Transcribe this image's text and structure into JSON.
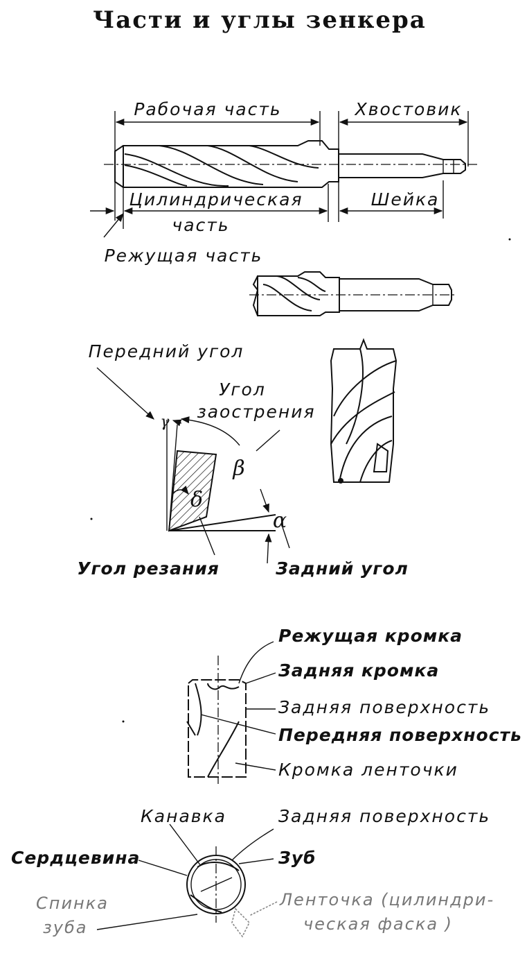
{
  "title": "Части и углы зенкера",
  "top_view": {
    "working_part": "Рабочая часть",
    "shank": "Хвостовик",
    "cylindrical_part_1": "Цилиндрическая",
    "cylindrical_part_2": "часть",
    "neck": "Шейка",
    "cutting_part": "Режущая часть"
  },
  "angles": {
    "rake_angle": "Передний угол",
    "wedge_angle_1": "Угол",
    "wedge_angle_2": "заострения",
    "cutting_angle": "Угол резания",
    "clearance_angle": "Задний угол",
    "gamma": "γ",
    "beta": "β",
    "delta": "δ",
    "alpha": "α"
  },
  "edges": {
    "cutting_edge": "Режущая кромка",
    "rear_edge": "Задняя кромка",
    "flank_surface": "Задняя поверхность",
    "face_surface": "Передняя поверхность",
    "land_edge": "Кромка ленточки"
  },
  "section": {
    "flute": "Канавка",
    "flank_surface": "Задняя поверхность",
    "core": "Сердцевина",
    "tooth": "Зуб",
    "tooth_back_1": "Спинка",
    "tooth_back_2": "зуба",
    "land_1": "Ленточка (цилиндри-",
    "land_2": "ческая фаска )"
  }
}
